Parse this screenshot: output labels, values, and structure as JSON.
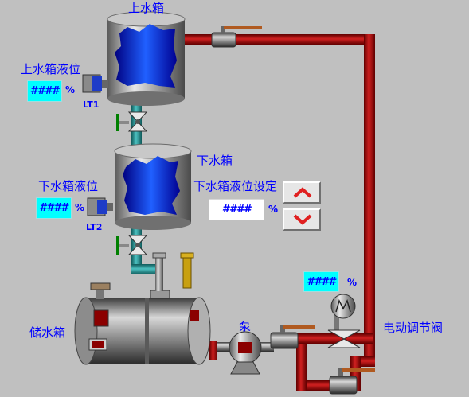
{
  "labels": {
    "upper_tank": "上水箱",
    "upper_level": "上水箱液位",
    "lt1": "LT1",
    "lower_tank": "下水箱",
    "lower_level": "下水箱液位",
    "lower_setpoint": "下水箱液位设定",
    "lt2": "LT2",
    "storage_tank": "储水箱",
    "pump": "泵",
    "control_valve": "电动调节阀"
  },
  "displays": {
    "upper_level_value": "####",
    "lower_level_value": "####",
    "setpoint_value": "####",
    "valve_opening_value": "####",
    "unit": "%"
  },
  "colors": {
    "background": "#c0c0c0",
    "text": "#0000ff",
    "display_bg": "#00ffff",
    "pipe_red": "#a00000",
    "pipe_teal": "#1e8c8c",
    "water": "#0000cc"
  }
}
